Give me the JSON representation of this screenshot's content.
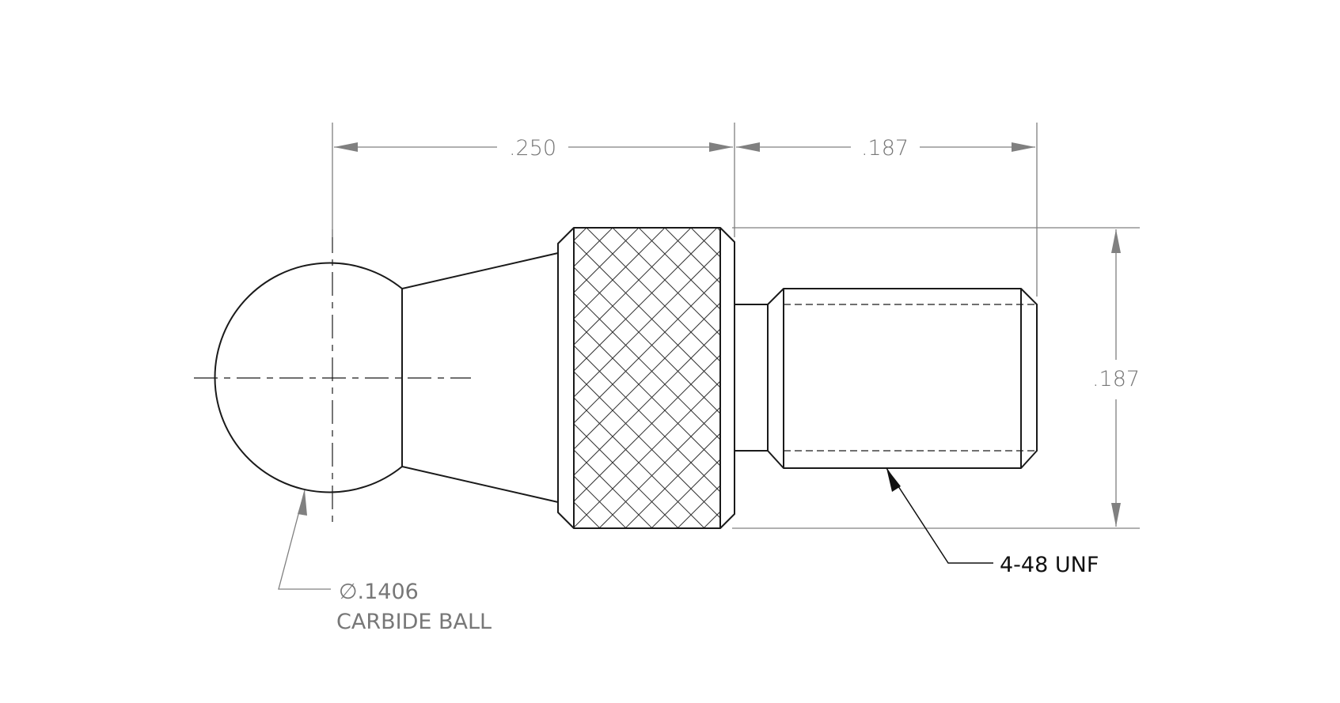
{
  "dimensions": {
    "ball_to_collar": ".250",
    "thread_length": ".187",
    "collar_height": ".187"
  },
  "callouts": {
    "ball_diameter": "∅.1406",
    "ball_material": "CARBIDE BALL",
    "thread_spec": "4-48 UNF"
  },
  "colors": {
    "object_line": "#1a1a1a",
    "dimension_line": "#808080",
    "background": "#ffffff"
  }
}
